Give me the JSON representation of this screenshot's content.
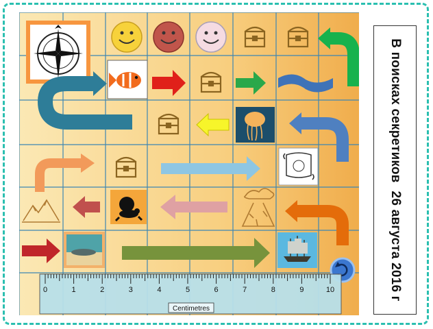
{
  "title": {
    "text": "В поисках секретиков",
    "date": "26 августа 2016 г"
  },
  "ruler": {
    "unit_label": "Centimetres",
    "ticks": [
      "0",
      "1",
      "2",
      "3",
      "4",
      "5",
      "6",
      "7",
      "8",
      "9",
      "10"
    ]
  },
  "colors": {
    "board_light": "#fbe3a6",
    "board_dark": "#f3b457",
    "grid_line": "#3d86b3",
    "frame": "#2bbfb0",
    "reset_button": "#2f6fc0"
  },
  "pieces": [
    {
      "name": "compass-rose-icon"
    },
    {
      "name": "smiley-yellow-icon"
    },
    {
      "name": "smiley-red-icon"
    },
    {
      "name": "smiley-pink-icon"
    },
    {
      "name": "treasure-chest-icon"
    },
    {
      "name": "fish-icon"
    },
    {
      "name": "jellyfish-icon"
    },
    {
      "name": "map-scroll-icon"
    },
    {
      "name": "mountains-icon"
    },
    {
      "name": "black-cat-icon"
    },
    {
      "name": "volcano-icon"
    },
    {
      "name": "submarine-icon"
    },
    {
      "name": "sailing-ship-icon"
    },
    {
      "name": "reset-icon"
    }
  ]
}
